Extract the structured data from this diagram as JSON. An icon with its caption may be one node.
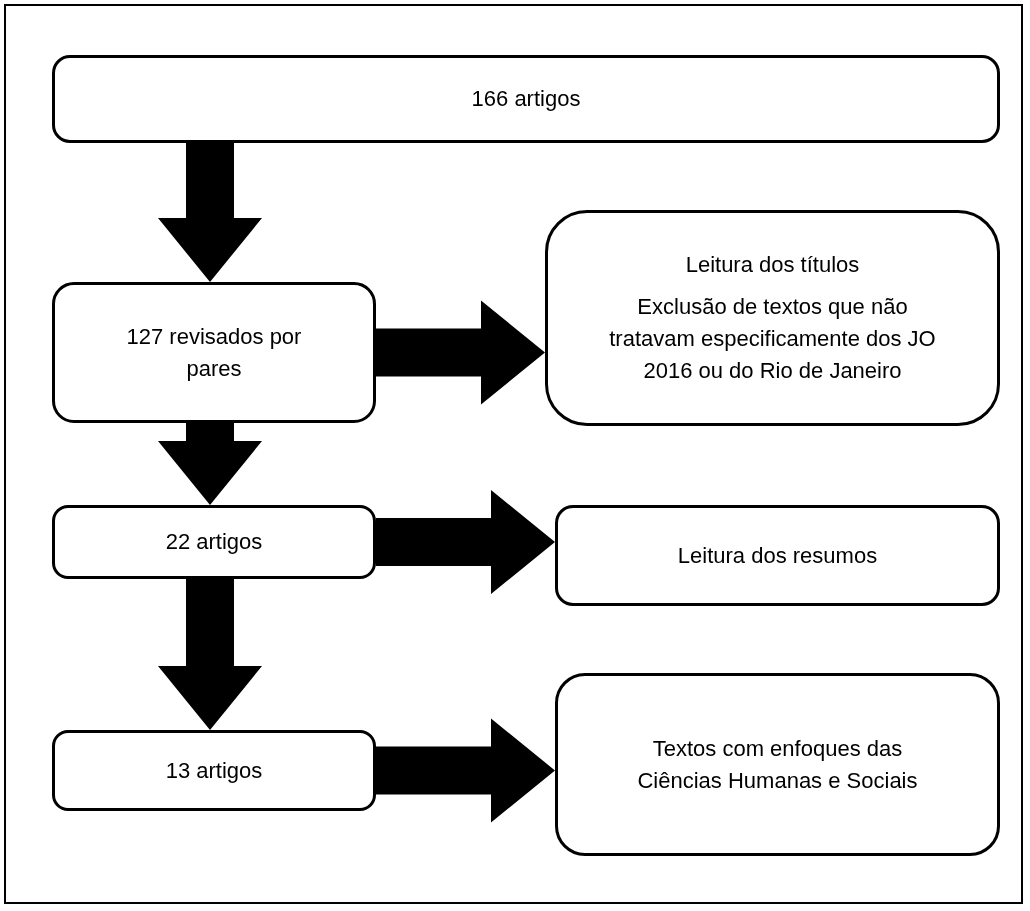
{
  "diagram": {
    "nodes": [
      {
        "text": [
          "166 artigos"
        ]
      },
      {
        "text": [
          "127 revisados por pares"
        ]
      },
      {
        "text": [
          "Leitura dos títulos",
          "Exclusão de textos que não tratavam especificamente dos JO 2016 ou do Rio de Janeiro"
        ]
      },
      {
        "text": [
          "22 artigos"
        ]
      },
      {
        "text": [
          "Leitura dos resumos"
        ]
      },
      {
        "text": [
          "13 artigos"
        ]
      },
      {
        "text": [
          "Textos com enfoques das Ciências Humanas e Sociais"
        ]
      }
    ],
    "edges": [
      {
        "from": 0,
        "to": 1,
        "arrow": "to"
      },
      {
        "from": 1,
        "to": 2,
        "arrow": "to"
      },
      {
        "from": 1,
        "to": 3,
        "arrow": "to"
      },
      {
        "from": 3,
        "to": 4,
        "arrow": "to"
      },
      {
        "from": 3,
        "to": 5,
        "arrow": "to"
      },
      {
        "from": 5,
        "to": 6,
        "arrow": "to"
      }
    ]
  }
}
